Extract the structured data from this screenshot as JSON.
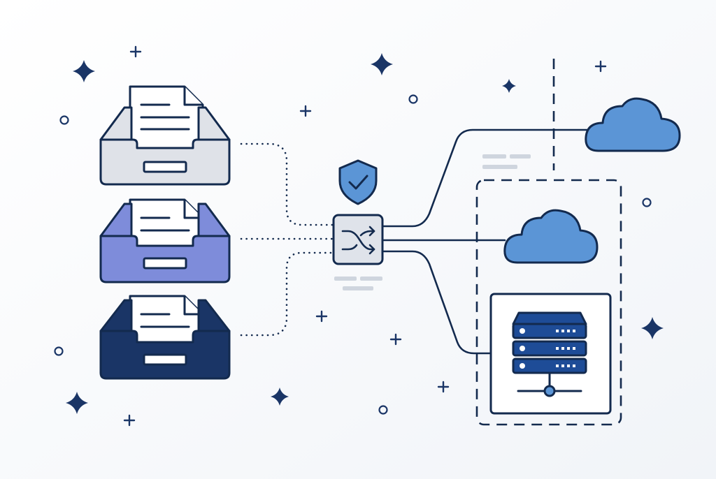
{
  "colors": {
    "background_top": "#ffffff",
    "background_bottom": "#f1f4f8",
    "outline": "#132a4e",
    "tray_light": "#dfe2e8",
    "tray_medium": "#7e8cda",
    "tray_dark": "#1a3566",
    "paper": "#ffffff",
    "switch_fill": "#dfe3ea",
    "shield_fill": "#5b95d6",
    "cloud_fill": "#5b95d6",
    "server_fill": "#1e4c97",
    "sparkle": "#1a3566",
    "placeholder_bar": "#cfd5de"
  },
  "diagram": {
    "sources": [
      {
        "name": "light-inbox-tray",
        "shade": "light"
      },
      {
        "name": "medium-inbox-tray",
        "shade": "medium"
      },
      {
        "name": "dark-inbox-tray",
        "shade": "dark"
      }
    ],
    "router": {
      "icon": "shuffle-icon",
      "badge": "shield-check-icon"
    },
    "destinations": [
      {
        "name": "external-cloud",
        "icon": "cloud-icon",
        "zone": "outside"
      },
      {
        "name": "internal-cloud",
        "icon": "cloud-icon",
        "zone": "inside"
      },
      {
        "name": "on-prem-server",
        "icon": "server-rack-icon",
        "zone": "inside"
      }
    ],
    "boundary": "dashed-network-boundary"
  }
}
